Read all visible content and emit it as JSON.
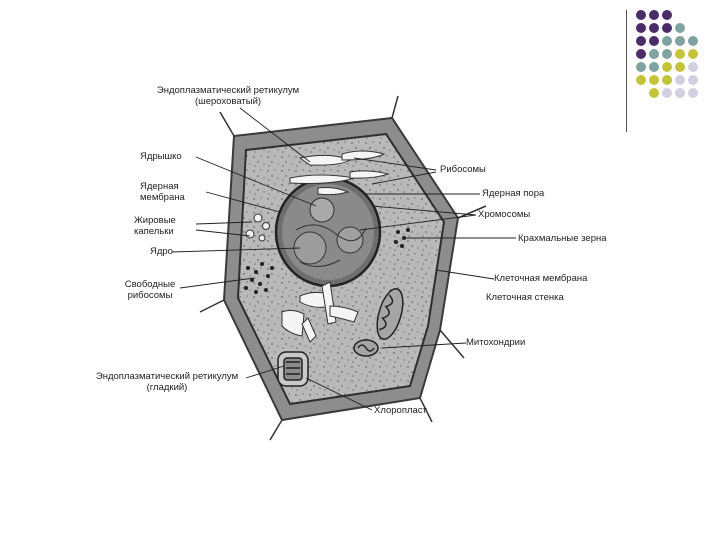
{
  "decoration": {
    "dot_colors": {
      "purple": "#4a2c68",
      "teal": "#7fa3a0",
      "olive": "#c4c43b",
      "lavender": "#d0d0e0"
    },
    "dot_pattern": [
      [
        "purple",
        "purple",
        "purple",
        "none",
        "none"
      ],
      [
        "purple",
        "purple",
        "purple",
        "teal",
        "none"
      ],
      [
        "purple",
        "purple",
        "teal",
        "teal",
        "teal"
      ],
      [
        "purple",
        "teal",
        "teal",
        "olive",
        "olive"
      ],
      [
        "teal",
        "teal",
        "olive",
        "olive",
        "lavender"
      ],
      [
        "olive",
        "olive",
        "olive",
        "lavender",
        "lavender"
      ],
      [
        "none",
        "olive",
        "lavender",
        "lavender",
        "lavender"
      ]
    ]
  },
  "labels": {
    "er_rough_1": "Эндоплазматический ретикулум",
    "er_rough_2": "(шероховатый)",
    "nucleolus": "Ядрышко",
    "nuclear_membrane_1": "Ядерная",
    "nuclear_membrane_2": "мембрана",
    "fat_drops_1": "Жировые",
    "fat_drops_2": "капельки",
    "nucleus": "Ядро",
    "free_ribosomes_1": "Свободные",
    "free_ribosomes_2": "рибосомы",
    "er_smooth_1": "Эндоплазматический ретикулум",
    "er_smooth_2": "(гладкий)",
    "ribosomes": "Рибосомы",
    "nuclear_pore": "Ядерная пора",
    "chromosomes": "Хромосомы",
    "starch_grains": "Крахмальные зерна",
    "cell_membrane": "Клеточная мембрана",
    "cell_wall": "Клеточная стенка",
    "mitochondria": "Митохондрии",
    "chloroplast": "Хлоропласт"
  }
}
